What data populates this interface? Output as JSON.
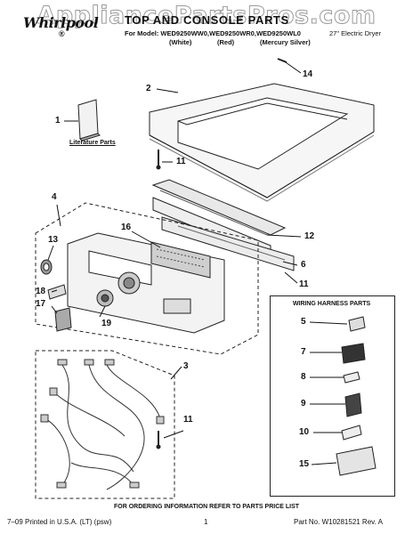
{
  "watermark": "AppliancePartsPros.com",
  "header": {
    "brand": "Whirlpool",
    "brand_sub": "®",
    "title": "TOP AND CONSOLE PARTS",
    "model_line": "For Model: WED9250WW0,WED9250WR0,WED9250WL0",
    "color_white": "(White)",
    "color_red": "(Red)",
    "color_silver": "(Mercury Silver)",
    "product": "27\" Electric Dryer"
  },
  "callouts": {
    "c1": "1",
    "c2": "2",
    "c3": "3",
    "c4": "4",
    "c5": "5",
    "c6": "6",
    "c7": "7",
    "c8": "8",
    "c9": "9",
    "c10": "10",
    "c11a": "11",
    "c11b": "11",
    "c11c": "11",
    "c12": "12",
    "c13": "13",
    "c14": "14",
    "c15": "15",
    "c16": "16",
    "c17": "17",
    "c18": "18",
    "c19": "19"
  },
  "literature_label": "Literature Parts",
  "wiring_harness_title": "WIRING HARNESS PARTS",
  "footer": {
    "note": "FOR ORDERING INFORMATION REFER TO PARTS PRICE LIST",
    "printed": "7–09 Printed in U.S.A. (LT) (psw)",
    "page": "1",
    "part_no": "Part No. W10281521 Rev. A"
  }
}
